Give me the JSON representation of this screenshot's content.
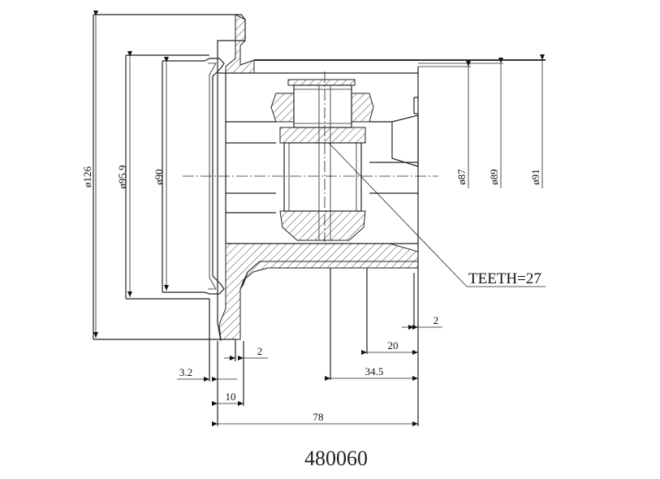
{
  "diameters": {
    "d126": "ø126",
    "d95_9": "ø95.9",
    "d90": "ø90",
    "d87": "ø87",
    "d89": "ø89",
    "d91": "ø91"
  },
  "dimensions": {
    "d3_2": "3.2",
    "d2_left": "2",
    "d10": "10",
    "d78": "78",
    "d34_5": "34.5",
    "d20": "20",
    "d2_right": "2"
  },
  "callout": {
    "teeth": "TEETH=27"
  },
  "part_number": "480060"
}
